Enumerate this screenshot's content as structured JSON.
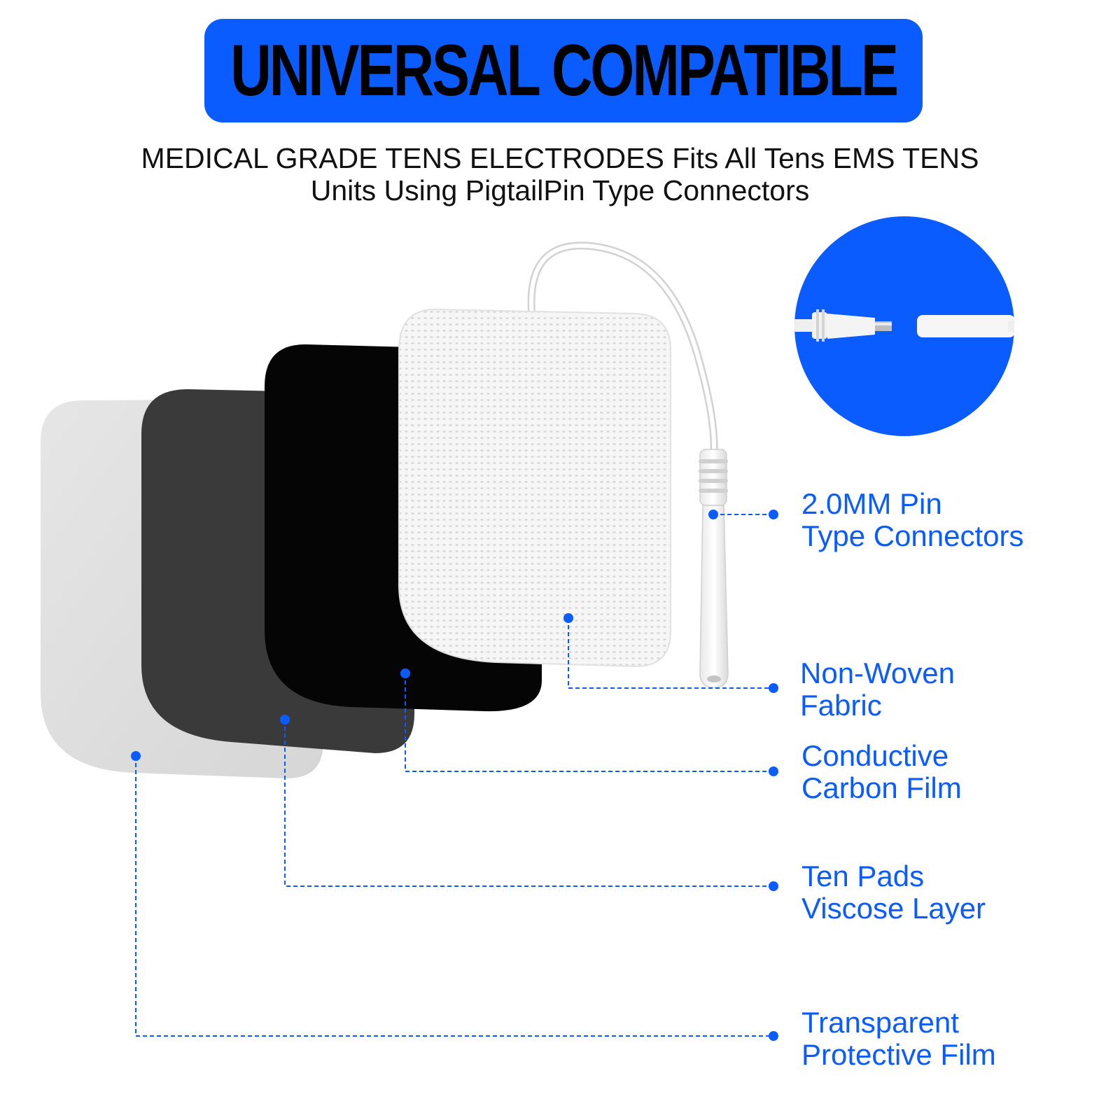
{
  "banner": {
    "title": "UNIVERSAL COMPATIBLE",
    "background_color": "#0a5cff",
    "text_color": "#000000"
  },
  "subtitle": {
    "line1": "MEDICAL GRADE TENS ELECTRODES Fits All Tens EMS TENS",
    "line2": "Units Using PigtailPin Type Connectors"
  },
  "accent_color": "#0a5cff",
  "layers": [
    {
      "id": "protective-film",
      "color": "#dddddd"
    },
    {
      "id": "viscose-layer",
      "color": "#3a3a3a"
    },
    {
      "id": "carbon-film",
      "color": "#050505"
    },
    {
      "id": "non-woven-fabric",
      "color": "#f4f4f4"
    }
  ],
  "callouts": [
    {
      "id": "pin-connector",
      "line1": "2.0MM Pin",
      "line2": "Type Connectors"
    },
    {
      "id": "non-woven",
      "line1": "Non-Woven",
      "line2": "Fabric"
    },
    {
      "id": "carbon-film",
      "line1": "Conductive",
      "line2": "Carbon Film"
    },
    {
      "id": "viscose",
      "line1": "Ten Pads",
      "line2": "Viscose Layer"
    },
    {
      "id": "protective-film",
      "line1": "Transparent",
      "line2": "Protective Film"
    }
  ]
}
